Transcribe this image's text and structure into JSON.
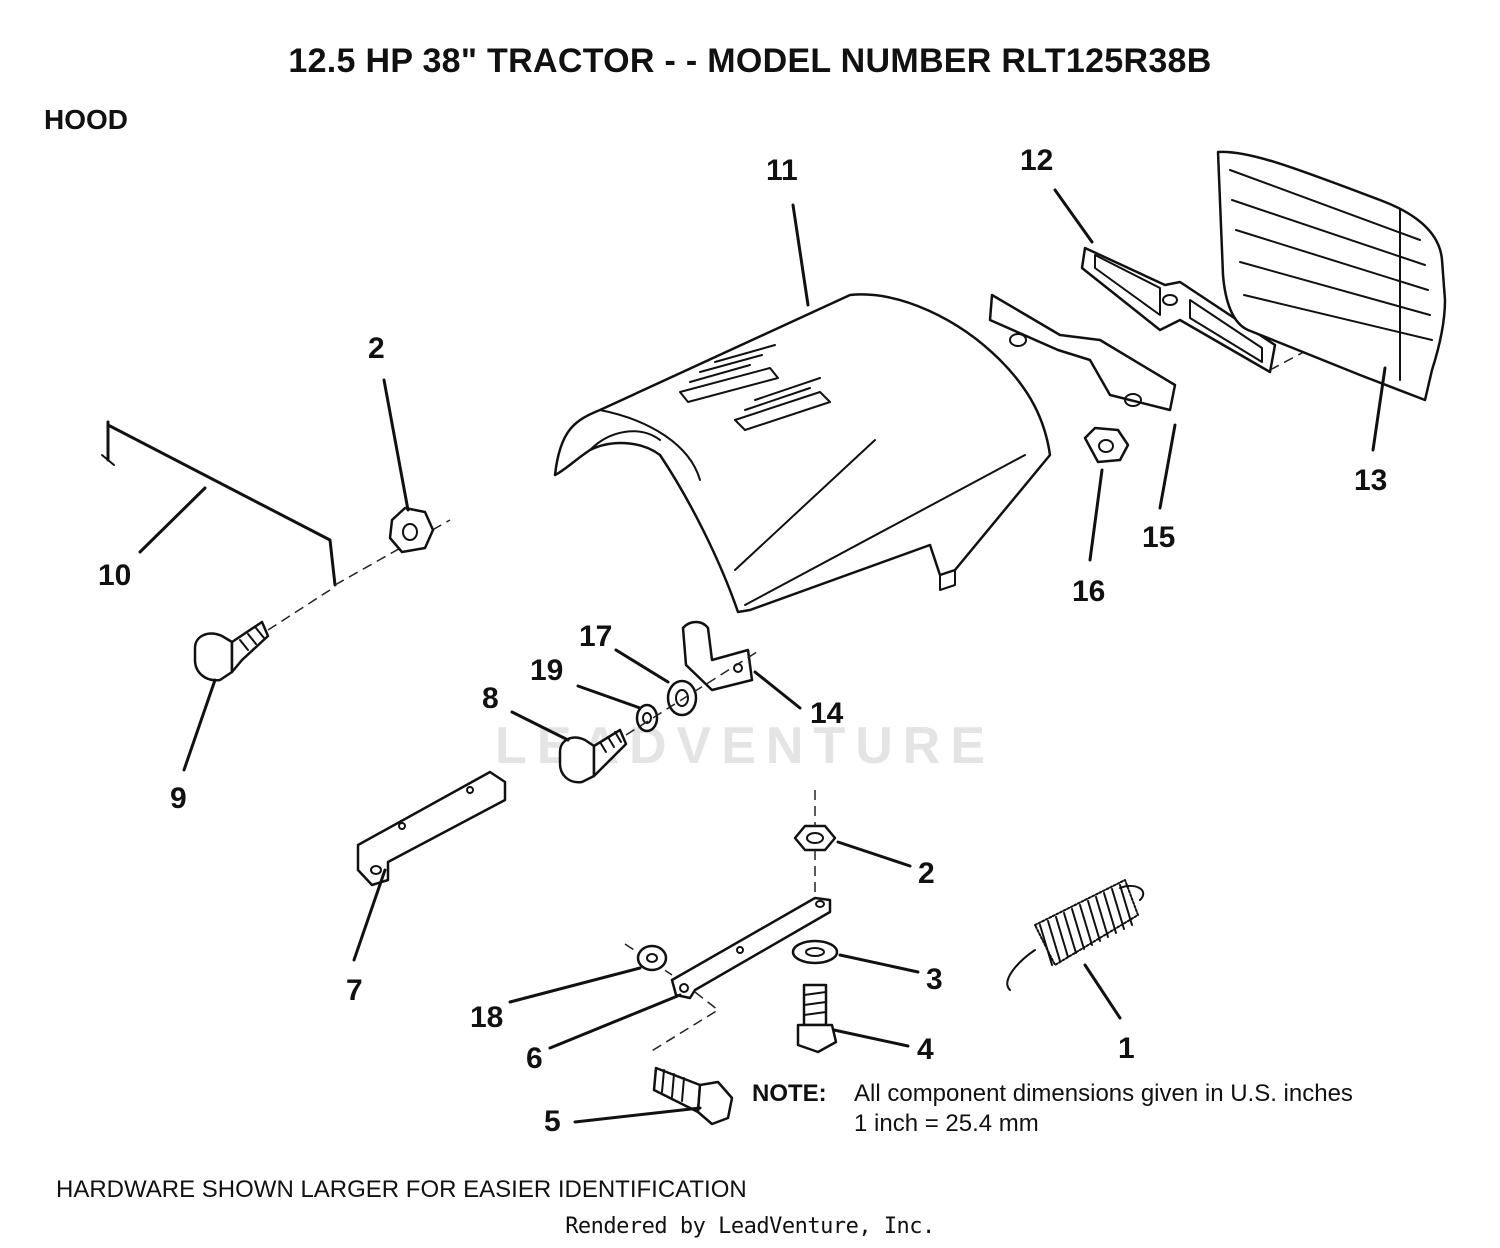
{
  "title": "12.5 HP 38\" TRACTOR - - MODEL NUMBER RLT125R38B",
  "section": "HOOD",
  "callouts": [
    "11",
    "12",
    "13",
    "2",
    "10",
    "15",
    "16",
    "17",
    "19",
    "8",
    "14",
    "9",
    "2",
    "7",
    "3",
    "1",
    "18",
    "6",
    "4",
    "5"
  ],
  "watermark": "LEADVENTURE",
  "note": {
    "label": "NOTE:",
    "line1": "All component dimensions given in U.S. inches",
    "line2": "1 inch = 25.4 mm"
  },
  "footer": "HARDWARE SHOWN LARGER FOR EASIER IDENTIFICATION",
  "rendered_by": "Rendered by LeadVenture, Inc."
}
